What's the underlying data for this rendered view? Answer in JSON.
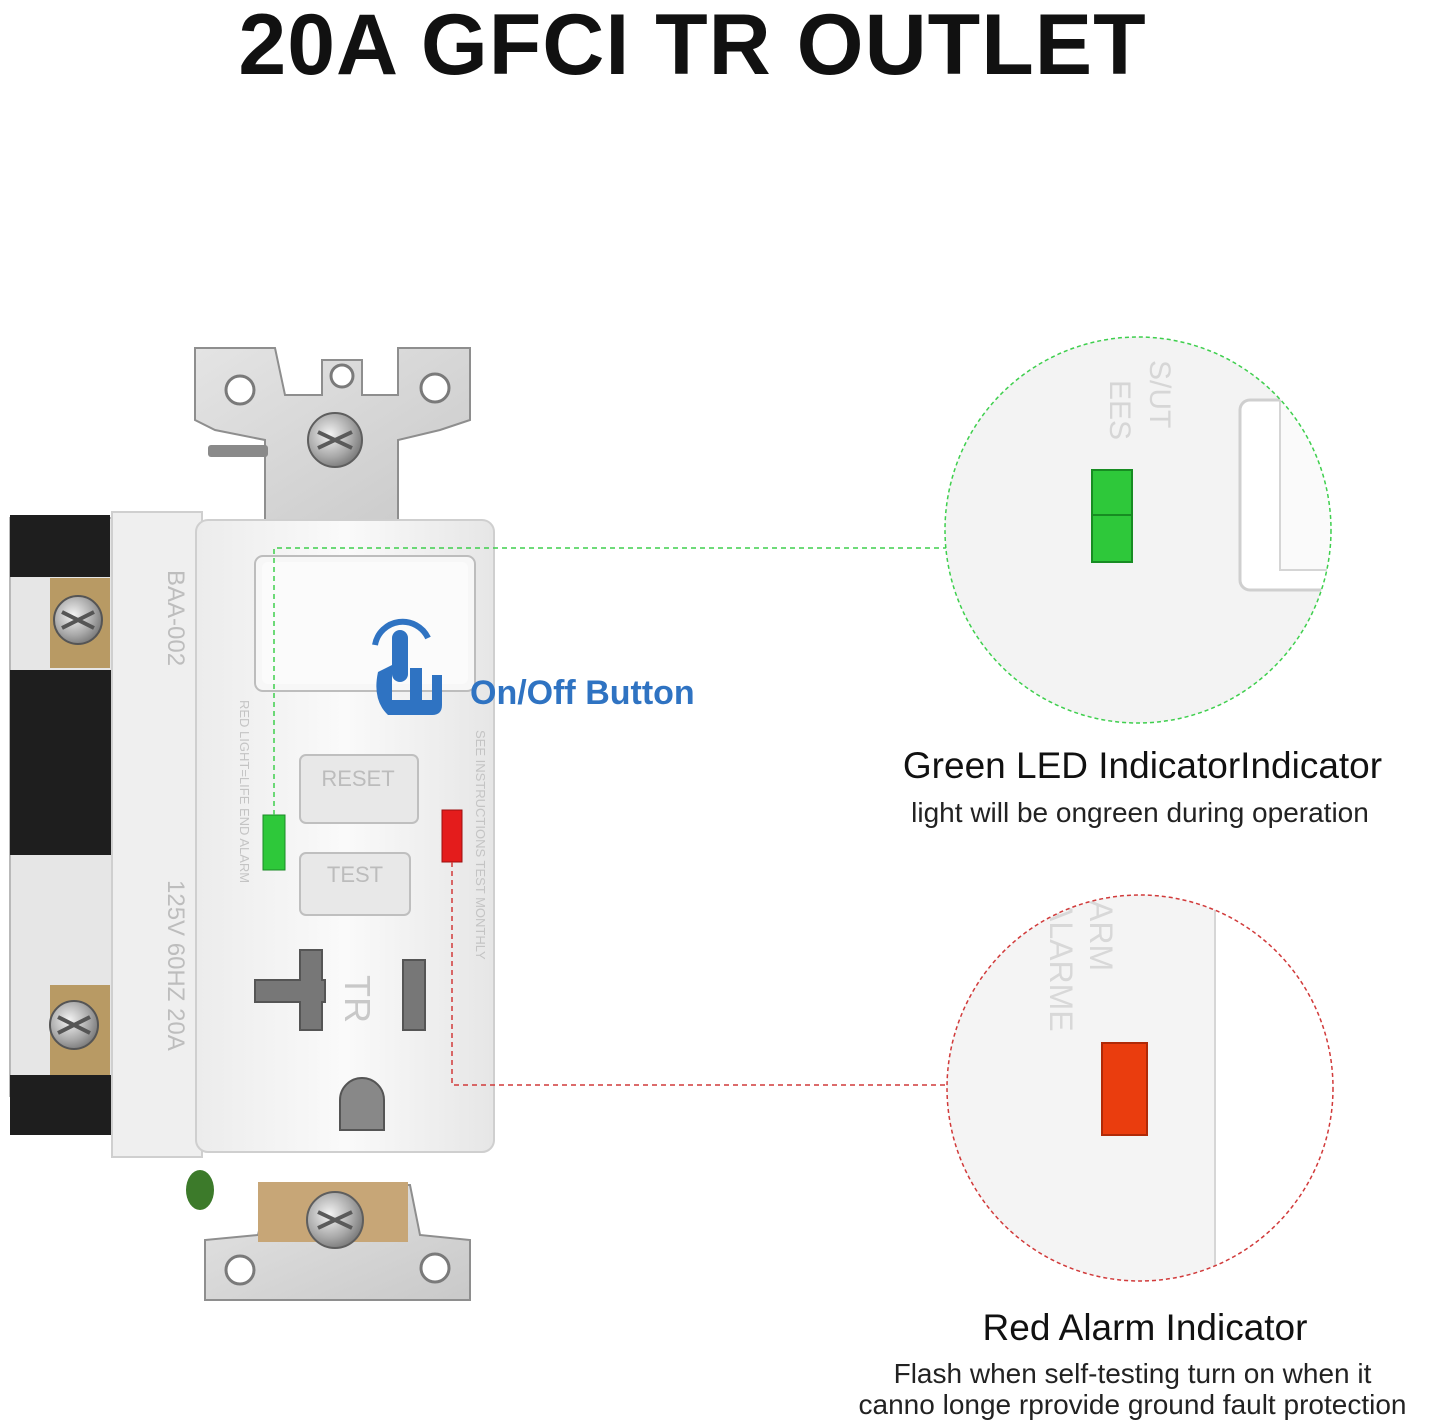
{
  "title": "20A GFCI TR OUTLET",
  "outlet": {
    "model": "BAA-002",
    "rating": "125V  60HZ  20A",
    "side_text_left": "RED LIGHT=LIFE END ALARM",
    "side_text_right": "SEE INSTRUCTIONS  TEST MONTHLY",
    "reset_label": "RESET",
    "test_label": "TEST",
    "tr_mark": "TR"
  },
  "button_callout": {
    "label": "On/Off Button",
    "icon": "tap-hand-icon"
  },
  "green_indicator": {
    "title": "Green LED IndicatorIndicator",
    "description": "light will be ongreen during operation"
  },
  "red_indicator": {
    "title": "Red Alarm Indicator",
    "description_line1": "Flash when self-testing turn on when it",
    "description_line2": "canno longe rprovide ground fault protection"
  },
  "colors": {
    "green_led": "#2ec83a",
    "red_led": "#e41c1c",
    "green_dash": "#3ecf4d",
    "red_dash": "#d13a3a",
    "accent_blue": "#2f73c2"
  }
}
